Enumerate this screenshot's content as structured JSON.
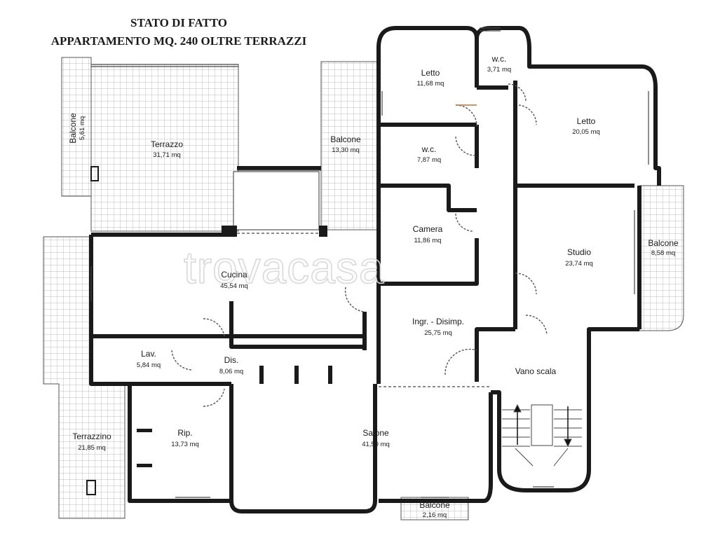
{
  "title": {
    "line1": "STATO DI FATTO",
    "line2": "APPARTAMENTO MQ. 240 OLTRE TERRAZZI"
  },
  "watermark": "trovacasa",
  "rooms": {
    "letto_small": {
      "name": "Letto",
      "area": "11,68 mq"
    },
    "wc_top": {
      "name": "w.c.",
      "area": "3,71 mq"
    },
    "letto_big": {
      "name": "Letto",
      "area": "20,05 mq"
    },
    "balcone_mid": {
      "name": "Balcone",
      "area": "13,30 mq"
    },
    "wc_mid": {
      "name": "w.c.",
      "area": "7,87 mq"
    },
    "terrazzo": {
      "name": "Terrazzo",
      "area": "31,71 mq"
    },
    "balcone_left": {
      "name": "Balcone",
      "area": "5,61 mq"
    },
    "camera": {
      "name": "Camera",
      "area": "11,86 mq"
    },
    "studio": {
      "name": "Studio",
      "area": "23,74 mq"
    },
    "balcone_right": {
      "name": "Balcone",
      "area": "8,58 mq"
    },
    "cucina": {
      "name": "Cucina",
      "area": "45,54 mq"
    },
    "ingresso": {
      "name": "Ingr. - Disimp.",
      "area": "25,75 mq"
    },
    "lavanderia": {
      "name": "Lav.",
      "area": "5,84 mq"
    },
    "disimpegno": {
      "name": "Dis.",
      "area": "8,06 mq"
    },
    "vano_scala": {
      "name": "Vano scala"
    },
    "terrazzino": {
      "name": "Terrazzino",
      "area": "21,85 mq"
    },
    "ripostiglio": {
      "name": "Rip.",
      "area": "13,73 mq"
    },
    "salone": {
      "name": "Salone",
      "area": "41,50 mq"
    },
    "balcone_bottom": {
      "name": "Balcone",
      "area": "2,16 mq"
    }
  },
  "colors": {
    "wall": "#1a1a1a",
    "terrace_grid": "#9a9a9a",
    "door": "#b9753a"
  }
}
